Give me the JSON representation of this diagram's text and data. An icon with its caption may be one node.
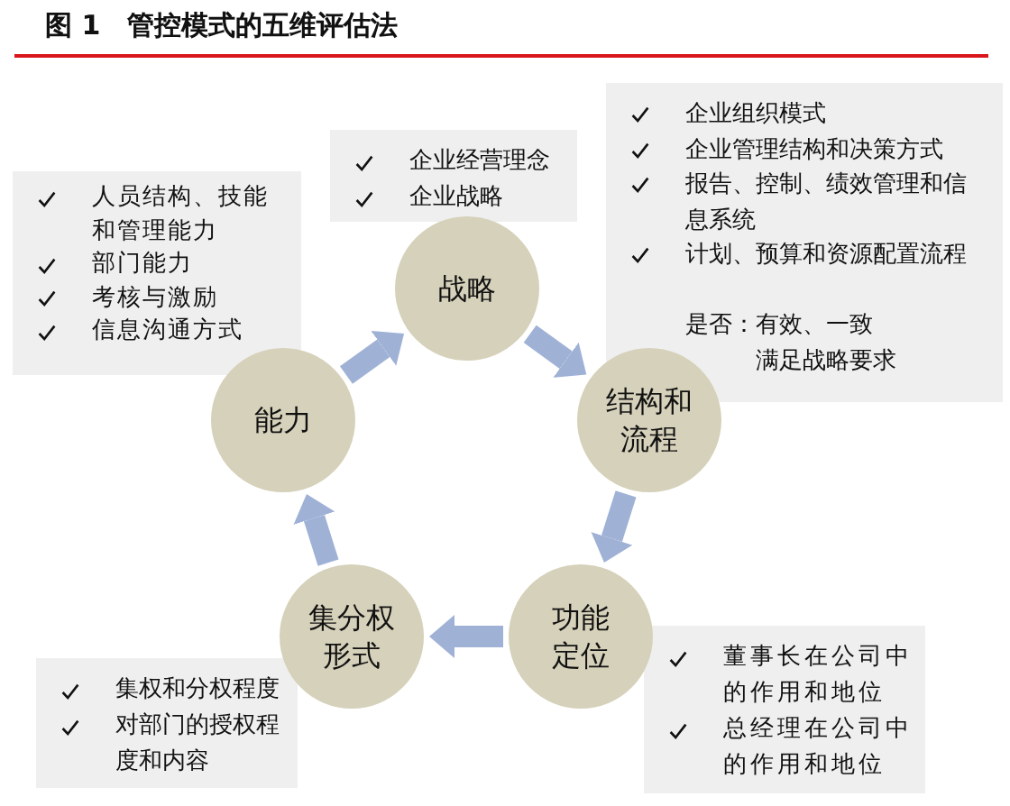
{
  "diagram": {
    "title": "图 1　管控模式的五维评估法",
    "nodes": [
      {
        "text": [
          "战略"
        ]
      },
      {
        "text": [
          "结构和流程"
        ]
      },
      {
        "text": [
          "功能定位"
        ]
      },
      {
        "text": [
          "集分权形式"
        ]
      },
      {
        "text": [
          "能力"
        ]
      },
      {
        "text": [
          "企业经营理念",
          "企业战略"
        ]
      },
      {
        "text": [
          "企业组织模式",
          "企业管理结构和决策方式",
          "报告、控制、绩效管理和信息系统",
          "计划、预算和资源配置流程",
          "是否：有效、一致",
          "满足战略要求"
        ]
      },
      {
        "text": [
          "人员结构、技能和管理能力",
          "部门能力",
          "考核与激励",
          "信息沟通方式"
        ]
      },
      {
        "text": [
          "集权和分权程度",
          "对部门的授权程度和内容"
        ]
      },
      {
        "text": [
          "董事长在公司中的作用和地位",
          "总经理在公司中的作用和地位"
        ]
      }
    ],
    "edges": [
      {
        "from": 0,
        "to": 1,
        "arrow": "to"
      },
      {
        "from": 1,
        "to": 2,
        "arrow": "to"
      },
      {
        "from": 2,
        "to": 3,
        "arrow": "to"
      },
      {
        "from": 3,
        "to": 4,
        "arrow": "to"
      },
      {
        "from": 4,
        "to": 0,
        "arrow": "to"
      }
    ]
  }
}
